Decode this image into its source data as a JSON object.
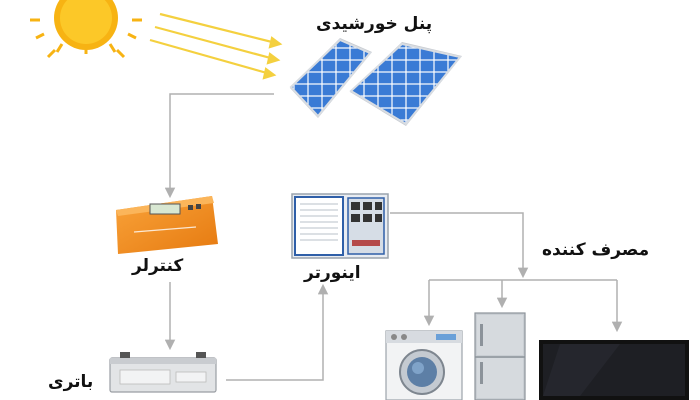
{
  "labels": {
    "solar_panel": "پنل خورشیدی",
    "controller": "کنترلر",
    "inverter": "اینورتر",
    "consumer": "مصرف کننده",
    "battery": "باتری"
  },
  "colors": {
    "sun": "#f7b313",
    "sun_rays": "#f4d03f",
    "panel_cell": "#3a7bd5",
    "controller_body": "#f28c1c",
    "inverter_body": "#e8ecf2",
    "connector_line": "#b0b0b0",
    "tv_screen": "#111111"
  },
  "icons": [
    "sun-icon",
    "solar-panel-icon",
    "controller-icon",
    "inverter-icon",
    "battery-icon",
    "washing-machine-icon",
    "refrigerator-icon",
    "tv-icon"
  ]
}
